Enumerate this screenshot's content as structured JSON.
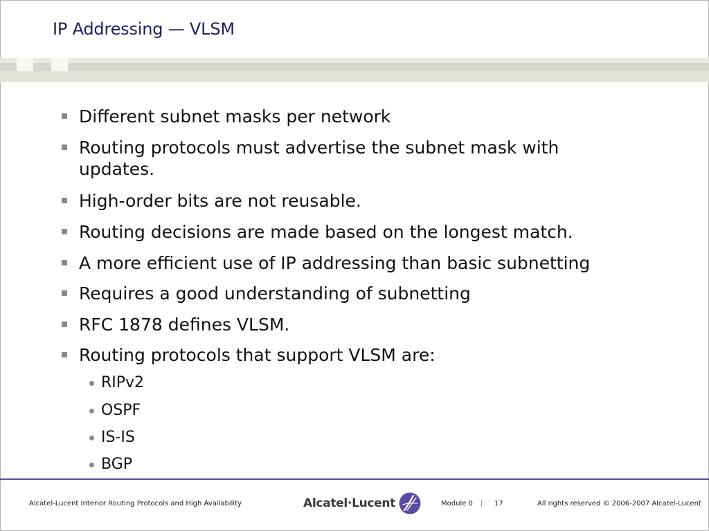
{
  "slide": {
    "title": "IP Addressing — VLSM",
    "bullets": [
      "Different subnet masks per network",
      "Routing protocols must advertise the subnet mask with updates.",
      "High-order bits are not reusable.",
      "Routing decisions are made based on the longest match.",
      "A more efficient use of IP addressing than basic subnetting",
      "Requires a good understanding of subnetting",
      "RFC 1878 defines VLSM.",
      "Routing protocols that support VLSM are:"
    ],
    "sub_bullets": [
      "RIPv2",
      "OSPF",
      "IS-IS",
      "BGP"
    ]
  },
  "footer": {
    "course": "Alcatel-Lucent Interior Routing Protocols and High Availability",
    "logo_text": "Alcatel·Lucent",
    "module": "Module  0",
    "separator": "|",
    "page": "17",
    "copyright": "All rights reserved © 2006-2007 Alcatel-Lucent"
  },
  "colors": {
    "title": "#1f1f5e",
    "footer_rule": "#5a4aa0",
    "bullet_marker": "#8a8a8a",
    "logo_mark": "#5a4aa0"
  },
  "icons": {
    "logo_mark": "alcatel-lucent-swirl-icon"
  }
}
